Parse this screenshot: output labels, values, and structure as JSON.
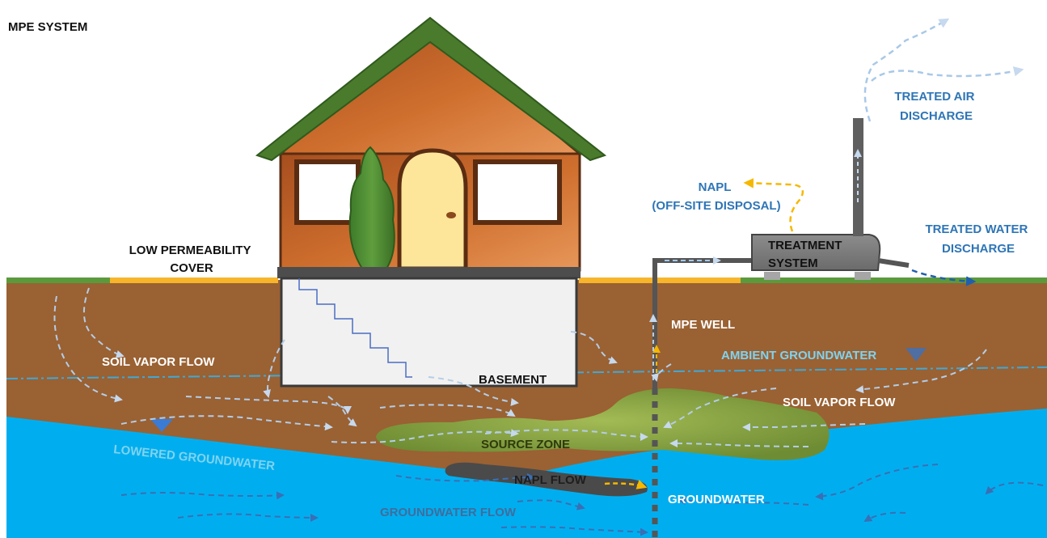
{
  "title": "MPE SYSTEM",
  "labels": {
    "low_permeability_cover": [
      "LOW PERMEABILITY",
      "COVER"
    ],
    "soil_vapor_flow_left": "SOIL VAPOR FLOW",
    "basement": "BASEMENT",
    "mpe_well": "MPE WELL",
    "ambient_groundwater": "AMBIENT GROUNDWATER",
    "soil_vapor_flow_right": "SOIL VAPOR FLOW",
    "lowered_groundwater": "LOWERED GROUNDWATER",
    "source_zone": "SOURCE ZONE",
    "napl_flow": "NAPL FLOW",
    "groundwater": "GROUNDWATER",
    "groundwater_flow": "GROUNDWATER FLOW",
    "napl_disposal": [
      "NAPL",
      "(OFF-SITE DISPOSAL)"
    ],
    "treatment_system": [
      "TREATMENT",
      "SYSTEM"
    ],
    "treated_air_discharge": [
      "TREATED AIR",
      "DISCHARGE"
    ],
    "treated_water_discharge": [
      "TREATED WATER",
      "DISCHARGE"
    ]
  },
  "colors": {
    "sky": "#ffffff",
    "soil": "#9a6133",
    "groundwater": "#00aeef",
    "grass": "#5b9a3c",
    "cover": "#f7b52b",
    "roof": "#4a7a2c",
    "house_wall": "#c8692e",
    "door": "#fde59a",
    "basement": "#f1f1f1",
    "source_zone": "#7a9b3d",
    "napl": "#4a4a4a",
    "treatment": "#7f7f7f",
    "vapor_arrow": "#b4cde6",
    "water_arrow": "#3a6fb5",
    "napl_arrow": "#f5b800"
  }
}
